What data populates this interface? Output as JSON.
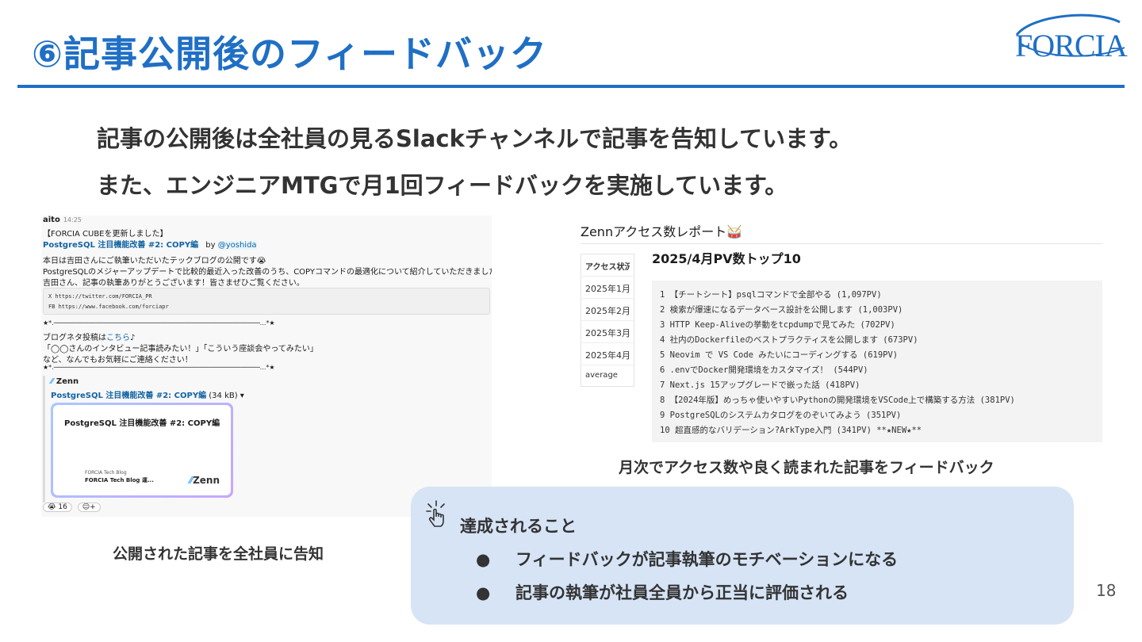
{
  "slide": {
    "title": "⑥記事公開後のフィードバック",
    "logo_text": "FORCIA",
    "lead_1": "記事の公開後は全社員の見るSlackチャンネルで記事を告知しています。",
    "lead_2": "また、エンジニアMTGで月1回フィードバックを実施しています。",
    "caption_left": "公開された記事を全社員に告知",
    "caption_right": "月次でアクセス数や良く読まれた記事をフィードバック",
    "page_number": "18"
  },
  "slack": {
    "sender": "aito",
    "time": "14:25",
    "line1": "【FORCIA CUBEを更新しました】",
    "article_link": "PostgreSQL 注目機能改善 #2: COPY編",
    "by": "by",
    "mention": "@yoshida",
    "line3": "本日は吉田さんにご執筆いただいたテックブログの公開です😭",
    "line4": "PostgreSQLのメジャーアップデートで比較的最近入った改善のうち、COPYコマンドの最適化について紹介していただきました👏",
    "line5": "吉田さん、記事の執筆ありがとうございます！皆さまぜひご覧ください。",
    "code_x": "X    https://twitter.com/FORCIA_PR",
    "code_fb": "FB   https://www.facebook.com/forciapr",
    "divider1": "★*.──────────────────────────────────────────────────────...*★",
    "line6_prefix": "ブログネタ投稿は",
    "line6_link": "こちら",
    "line6_suffix": "♪",
    "line7": "「◯◯さんのインタビュー記事読みたい！」「こういう座談会やってみたい」",
    "line8": "など、なんでもお気軽にご連絡ください！",
    "divider2": "★*.──────────────────────────────────────────────────────...*★",
    "unfurl_source": "Zenn",
    "unfurl_link": "PostgreSQL 注目機能改善 #2: COPY編",
    "unfurl_size": "(34 kB) ▾",
    "card_title": "PostgreSQL 注目機能改善 #2: COPY編",
    "card_blog_small": "FORCIA Tech Blog",
    "card_blog": "FORCIA Tech Blog 運...",
    "card_logo": "Zenn",
    "reaction_count": "😭 16",
    "reaction_add": "☺+"
  },
  "report": {
    "title": "Zennアクセス数レポート🥁",
    "table_header": "アクセス状況",
    "table_rows": [
      "2025年1月",
      "2025年2月",
      "2025年3月",
      "2025年4月",
      "average"
    ],
    "pv_title": "2025/4月PV数トップ10",
    "items": [
      "1 【チートシート】psqlコマンドで全部やる (1,097PV)",
      "2 検索が爆速になるデータベース設計を公開します (1,003PV)",
      "3 HTTP Keep-Aliveの挙動をtcpdumpで見てみた (702PV)",
      "4 社内のDockerfileのベストプラクティスを公開します (673PV)",
      "5 Neovim で VS Code みたいにコーディングする (619PV)",
      "6 .envでDocker開発環境をカスタマイズ！ (544PV)",
      "7 Next.js 15アップグレードで嵌った話 (418PV)",
      "8 【2024年版】めっちゃ使いやすいPythonの開発環境をVSCode上で構築する方法 (381PV)",
      "9 PostgreSQLのシステムカタログをのぞいてみよう (351PV)",
      "10 超直感的なバリデーション?ArkType入門 (341PV) **★NEW★**"
    ]
  },
  "achievement": {
    "heading": "達成されること",
    "bullet": "●",
    "items": [
      "フィードバックが記事執筆のモチベーションになる",
      "記事の執筆が社員全員から正当に評価される"
    ]
  },
  "colors": {
    "accent": "#1f6fc5",
    "box_bg": "#d6e4f6",
    "slack_link": "#1264a3"
  }
}
